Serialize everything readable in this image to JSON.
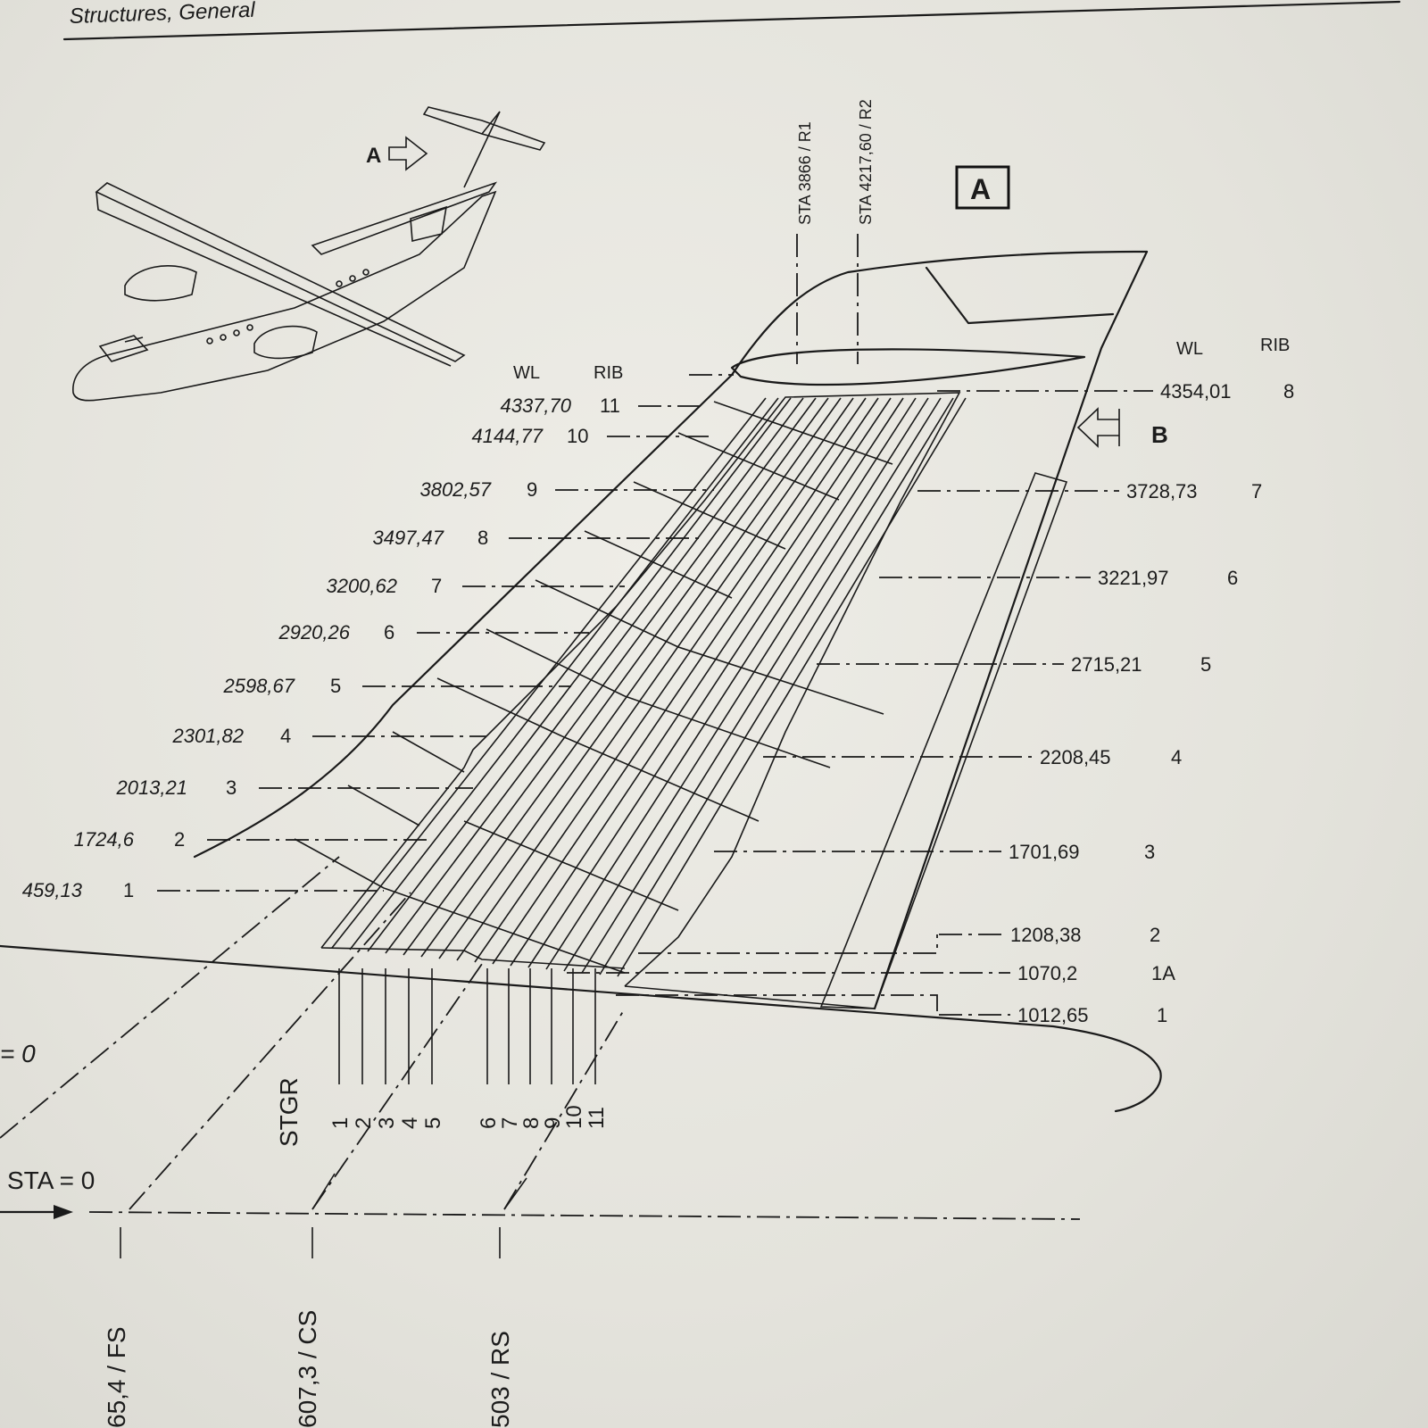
{
  "header": {
    "section": "Structures, General"
  },
  "view_labels": {
    "view_a": "A",
    "arrow_a": "A",
    "arrow_b": "B"
  },
  "stations": {
    "r1": "STA 3866 / R1",
    "r2": "STA 4217,60 / R2",
    "sta0": "STA = 0",
    "eq0": "= 0"
  },
  "left_table": {
    "wl_header": "WL",
    "rib_header": "RIB",
    "rows": [
      {
        "wl": "4337,70",
        "rib": "11"
      },
      {
        "wl": "4144,77",
        "rib": "10"
      },
      {
        "wl": "3802,57",
        "rib": "9"
      },
      {
        "wl": "3497,47",
        "rib": "8"
      },
      {
        "wl": "3200,62",
        "rib": "7"
      },
      {
        "wl": "2920,26",
        "rib": "6"
      },
      {
        "wl": "2598,67",
        "rib": "5"
      },
      {
        "wl": "2301,82",
        "rib": "4"
      },
      {
        "wl": "2013,21",
        "rib": "3"
      },
      {
        "wl": "1724,6",
        "rib": "2"
      },
      {
        "wl": "459,13",
        "rib": "1"
      }
    ]
  },
  "right_table": {
    "wl_header": "WL",
    "rib_header": "RIB",
    "rows": [
      {
        "wl": "4354,01",
        "rib": "8"
      },
      {
        "wl": "3728,73",
        "rib": "7"
      },
      {
        "wl": "3221,97",
        "rib": "6"
      },
      {
        "wl": "2715,21",
        "rib": "5"
      },
      {
        "wl": "2208,45",
        "rib": "4"
      },
      {
        "wl": "1701,69",
        "rib": "3"
      },
      {
        "wl": "1208,38",
        "rib": "2"
      },
      {
        "wl": "1070,2",
        "rib": "1A"
      },
      {
        "wl": "1012,65",
        "rib": "1"
      }
    ]
  },
  "stringers": {
    "label": "STGR",
    "numbers": [
      "1",
      "2",
      "3",
      "4",
      "5",
      "6",
      "7",
      "8",
      "9",
      "10",
      "11"
    ]
  },
  "spars": {
    "fs": "65,4 / FS",
    "cs": "607,3 / CS",
    "rs": "503 / RS"
  }
}
